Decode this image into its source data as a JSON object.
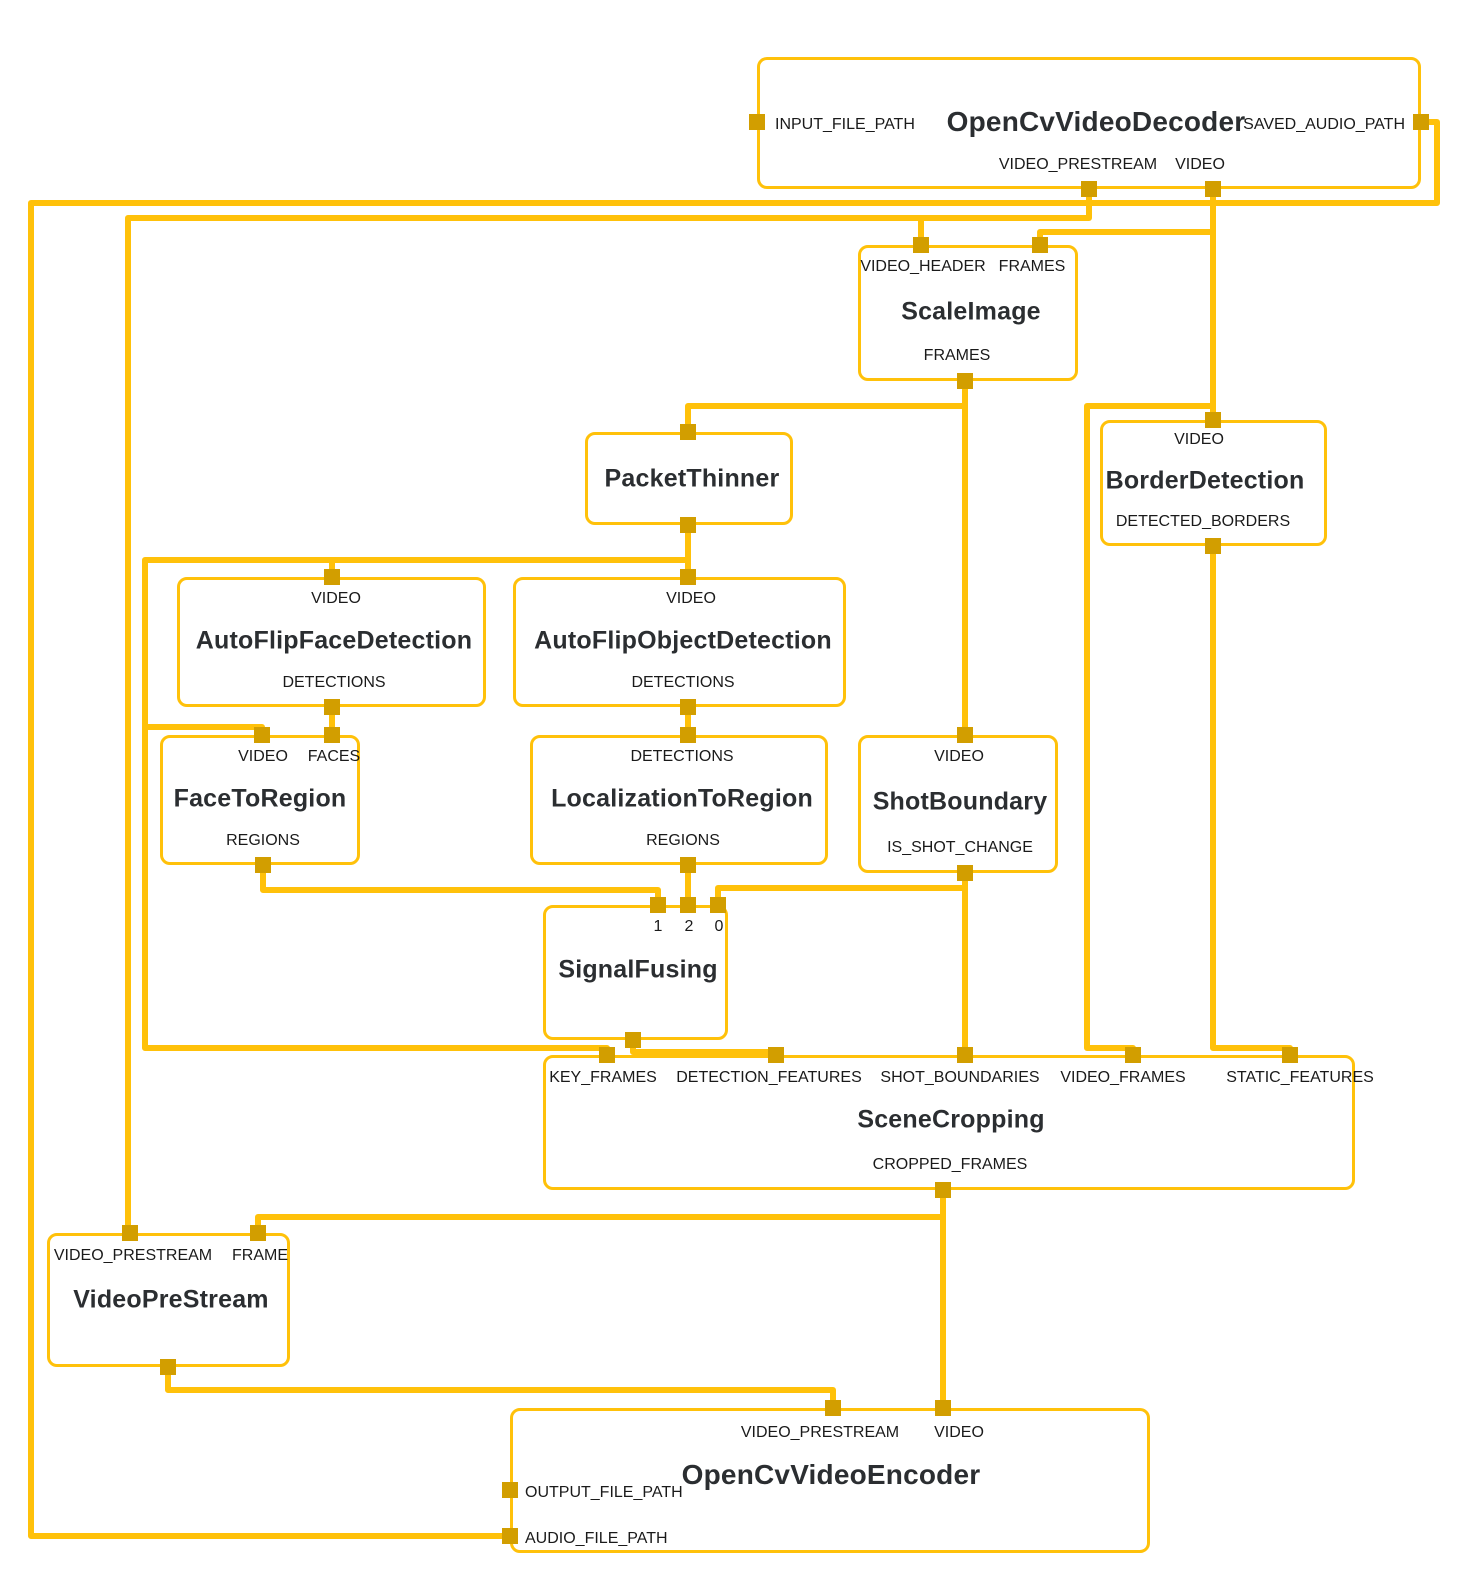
{
  "diagram": {
    "kind": "mediapipe-calculator-graph",
    "colors": {
      "wire": "#FFC10A",
      "node_border": "#FFC10A",
      "node_fill": "#FFFFFF",
      "port": "#D29E00",
      "title_text": "#2B2E31",
      "label_text": "#1A1A1A",
      "background": "#FFFFFF"
    }
  },
  "nodes": {
    "decoder": {
      "title": "OpenCvVideoDecoder",
      "side_in": "INPUT_FILE_PATH",
      "side_out": "SAVED_AUDIO_PATH",
      "out_0": "VIDEO_PRESTREAM",
      "out_1": "VIDEO"
    },
    "scale_image": {
      "title": "ScaleImage",
      "in_0": "VIDEO_HEADER",
      "in_1": "FRAMES",
      "out_0": "FRAMES"
    },
    "packet_thinner": {
      "title": "PacketThinner"
    },
    "border_detection": {
      "title": "BorderDetection",
      "in_0": "VIDEO",
      "out_0": "DETECTED_BORDERS"
    },
    "face_detection": {
      "title": "AutoFlipFaceDetection",
      "in_0": "VIDEO",
      "out_0": "DETECTIONS"
    },
    "object_detection": {
      "title": "AutoFlipObjectDetection",
      "in_0": "VIDEO",
      "out_0": "DETECTIONS"
    },
    "face_to_region": {
      "title": "FaceToRegion",
      "in_0": "VIDEO",
      "in_1": "FACES",
      "out_0": "REGIONS"
    },
    "localization_to_region": {
      "title": "LocalizationToRegion",
      "in_0": "DETECTIONS",
      "out_0": "REGIONS"
    },
    "shot_boundary": {
      "title": "ShotBoundary",
      "in_0": "VIDEO",
      "out_0": "IS_SHOT_CHANGE"
    },
    "signal_fusing": {
      "title": "SignalFusing",
      "in_0": "1",
      "in_1": "2",
      "in_2": "0"
    },
    "scene_cropping": {
      "title": "SceneCropping",
      "in_0": "KEY_FRAMES",
      "in_1": "DETECTION_FEATURES",
      "in_2": "SHOT_BOUNDARIES",
      "in_3": "VIDEO_FRAMES",
      "in_4": "STATIC_FEATURES",
      "out_0": "CROPPED_FRAMES"
    },
    "video_pre_stream": {
      "title": "VideoPreStream",
      "in_0": "VIDEO_PRESTREAM",
      "in_1": "FRAME"
    },
    "encoder": {
      "title": "OpenCvVideoEncoder",
      "in_0": "VIDEO_PRESTREAM",
      "in_1": "VIDEO",
      "side_0": "OUTPUT_FILE_PATH",
      "side_1": "AUDIO_FILE_PATH"
    }
  },
  "edges": [
    {
      "from": "OpenCvVideoDecoder.SAVED_AUDIO_PATH",
      "to": "OpenCvVideoEncoder.AUDIO_FILE_PATH"
    },
    {
      "from": "OpenCvVideoDecoder.VIDEO_PRESTREAM",
      "to": "ScaleImage.VIDEO_HEADER"
    },
    {
      "from": "OpenCvVideoDecoder.VIDEO_PRESTREAM",
      "to": "VideoPreStream.VIDEO_PRESTREAM"
    },
    {
      "from": "OpenCvVideoDecoder.VIDEO",
      "to": "ScaleImage.FRAMES"
    },
    {
      "from": "OpenCvVideoDecoder.VIDEO",
      "to": "BorderDetection.VIDEO"
    },
    {
      "from": "OpenCvVideoDecoder.VIDEO",
      "to": "SceneCropping.VIDEO_FRAMES"
    },
    {
      "from": "ScaleImage.FRAMES",
      "to": "PacketThinner"
    },
    {
      "from": "ScaleImage.FRAMES",
      "to": "ShotBoundary.VIDEO"
    },
    {
      "from": "PacketThinner",
      "to": "AutoFlipFaceDetection.VIDEO"
    },
    {
      "from": "PacketThinner",
      "to": "AutoFlipObjectDetection.VIDEO"
    },
    {
      "from": "PacketThinner",
      "to": "FaceToRegion.VIDEO"
    },
    {
      "from": "PacketThinner",
      "to": "SceneCropping.KEY_FRAMES"
    },
    {
      "from": "AutoFlipFaceDetection.DETECTIONS",
      "to": "FaceToRegion.FACES"
    },
    {
      "from": "AutoFlipObjectDetection.DETECTIONS",
      "to": "LocalizationToRegion.DETECTIONS"
    },
    {
      "from": "FaceToRegion.REGIONS",
      "to": "SignalFusing.1"
    },
    {
      "from": "LocalizationToRegion.REGIONS",
      "to": "SignalFusing.2"
    },
    {
      "from": "ShotBoundary.IS_SHOT_CHANGE",
      "to": "SignalFusing.0"
    },
    {
      "from": "ShotBoundary.IS_SHOT_CHANGE",
      "to": "SceneCropping.SHOT_BOUNDARIES"
    },
    {
      "from": "SignalFusing",
      "to": "SceneCropping.DETECTION_FEATURES"
    },
    {
      "from": "BorderDetection.DETECTED_BORDERS",
      "to": "SceneCropping.STATIC_FEATURES"
    },
    {
      "from": "SceneCropping.CROPPED_FRAMES",
      "to": "VideoPreStream.FRAME"
    },
    {
      "from": "SceneCropping.CROPPED_FRAMES",
      "to": "OpenCvVideoEncoder.VIDEO"
    },
    {
      "from": "VideoPreStream",
      "to": "OpenCvVideoEncoder.VIDEO_PRESTREAM"
    }
  ]
}
